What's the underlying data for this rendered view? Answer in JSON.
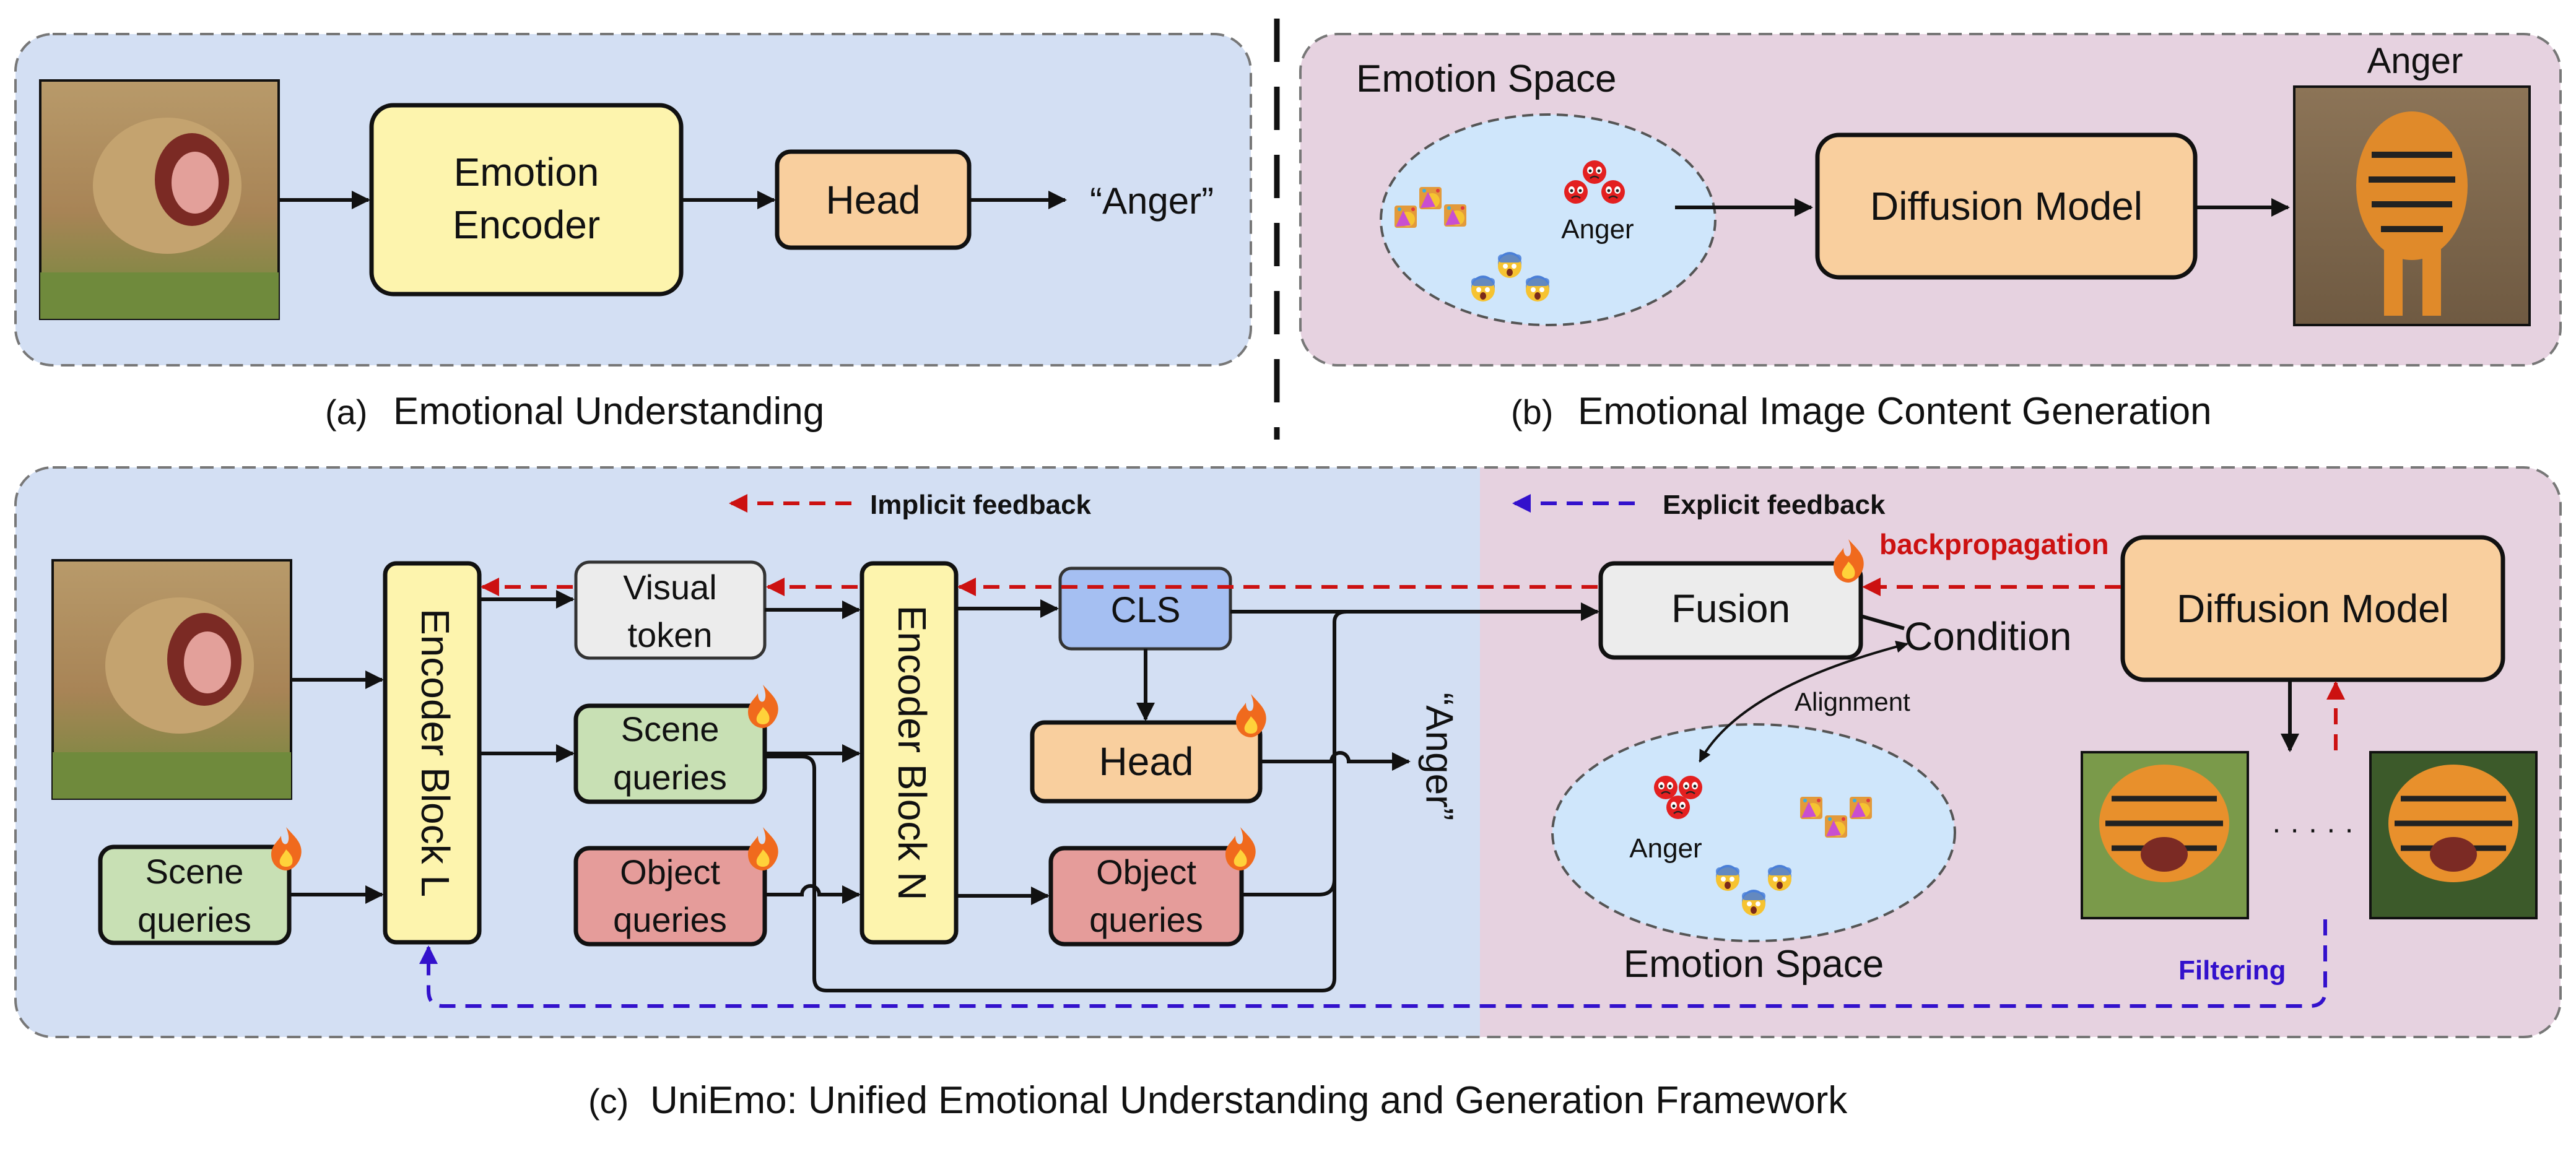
{
  "panel_a": {
    "box_encoder_line1": "Emotion",
    "box_encoder_line2": "Encoder",
    "box_head": "Head",
    "output": "“Anger”",
    "caption_tag": "(a)",
    "caption": "Emotional Understanding"
  },
  "panel_b": {
    "space_title": "Emotion Space",
    "cluster_label": "Anger",
    "box_diffusion": "Diffusion Model",
    "output_label": "Anger",
    "caption_tag": "(b)",
    "caption": "Emotional Image Content Generation"
  },
  "panel_c": {
    "legend_implicit": "Implicit feedback",
    "legend_explicit": "Explicit feedback",
    "encoder_l": "Encoder Block L",
    "encoder_n": "Encoder Block N",
    "visual_token_line1": "Visual",
    "visual_token_line2": "token",
    "scene_queries_line1": "Scene",
    "scene_queries_line2": "queries",
    "object_queries_line1": "Object",
    "object_queries_line2": "queries",
    "cls": "CLS",
    "head": "Head",
    "anger_output": "“Anger”",
    "fusion": "Fusion",
    "backpropagation": "backpropagation",
    "condition": "Condition",
    "diffusion": "Diffusion Model",
    "alignment": "Alignment",
    "cluster_label": "Anger",
    "space_title": "Emotion Space",
    "dots": "· · · · ·",
    "filtering": "Filtering",
    "caption_tag": "(c)",
    "caption": "UniEmo: Unified Emotional Understanding and Generation Framework"
  },
  "colors": {
    "blue_panel": "#d3dff3",
    "pink_panel": "#e6d2e0",
    "yellow_box": "#fdf4ad",
    "orange_box": "#f9cf9e",
    "green_box": "#c8e0b4",
    "red_box": "#e59c9a",
    "cls_box": "#a5bff2",
    "gray_box": "#ececec",
    "space_fill": "#cfe6fb",
    "implicit_red": "#cc1111",
    "explicit_blue": "#3311cc"
  },
  "icons": [
    "lion-photo",
    "tiger-photo",
    "emoji-angry",
    "emoji-fear",
    "emoji-celebrate",
    "fire-icon"
  ]
}
